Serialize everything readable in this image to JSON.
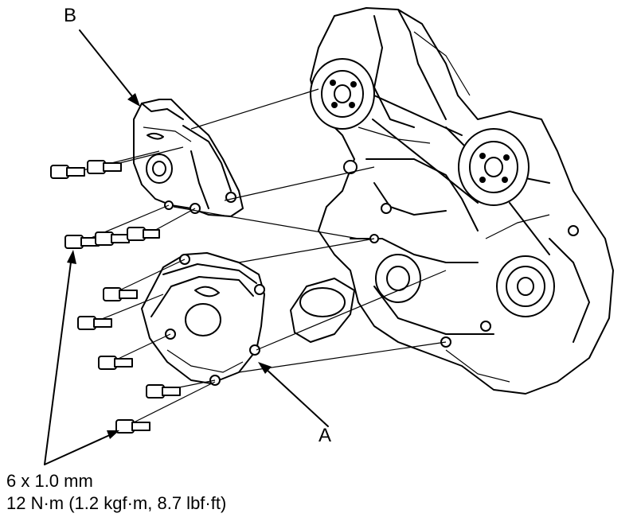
{
  "callouts": {
    "a": "A",
    "b": "B"
  },
  "bolt_spec": {
    "size": "6 x 1.0 mm",
    "torque": "12 N·m (1.2 kgf·m, 8.7 lbf·ft)"
  },
  "colors": {
    "line": "#000000",
    "background": "#ffffff"
  }
}
